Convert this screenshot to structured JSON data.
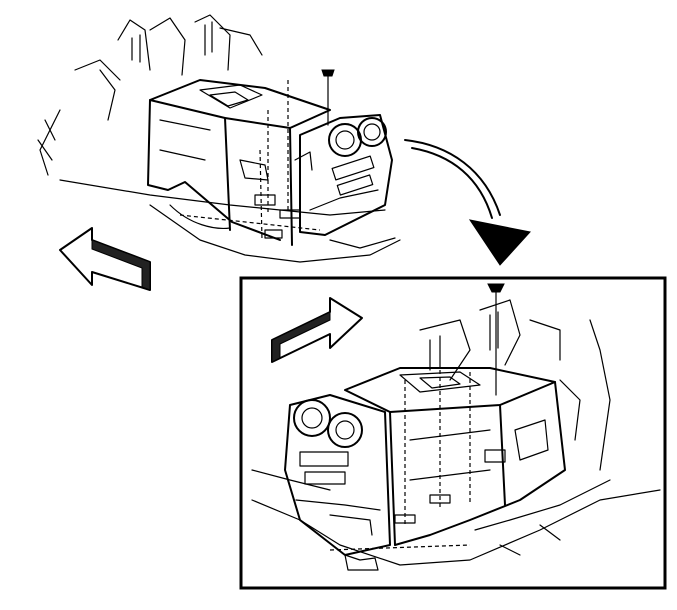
{
  "diagram": {
    "views": [
      "overview",
      "detail"
    ],
    "arrows": [
      {
        "kind": "direction",
        "points": "left"
      },
      {
        "kind": "direction",
        "points": "right"
      },
      {
        "kind": "transition",
        "points": "down-right"
      }
    ],
    "colors": {
      "line": "#000000",
      "background": "#ffffff",
      "arrow_shade": "#222222"
    }
  }
}
